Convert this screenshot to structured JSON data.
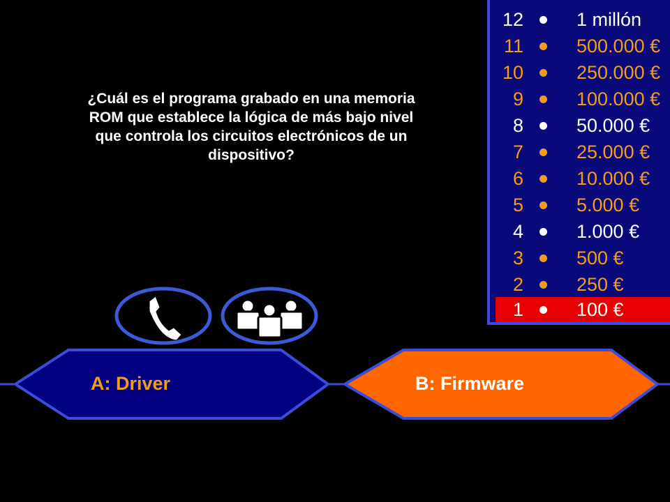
{
  "question": {
    "text": "¿Cuál es el programa grabado en una memoria\nROM  que establece la lógica de más bajo nivel\nque controla los circuitos electrónicos de un\ndispositivo?"
  },
  "ladder": {
    "levels": [
      {
        "number": "12",
        "prize": "1 millón",
        "milestone": true
      },
      {
        "number": "11",
        "prize": "500.000 €"
      },
      {
        "number": "10",
        "prize": "250.000 €"
      },
      {
        "number": "9",
        "prize": "100.000 €"
      },
      {
        "number": "8",
        "prize": "50.000 €",
        "milestone": true
      },
      {
        "number": "7",
        "prize": "25.000 €"
      },
      {
        "number": "6",
        "prize": "10.000 €"
      },
      {
        "number": "5",
        "prize": "5.000 €"
      },
      {
        "number": "4",
        "prize": "1.000 €",
        "milestone": true
      },
      {
        "number": "3",
        "prize": "500 €"
      },
      {
        "number": "2",
        "prize": "250 €"
      },
      {
        "number": "1",
        "prize": "100 €",
        "current": true
      }
    ]
  },
  "lifelines": {
    "phone_icon": "phone-icon",
    "audience_icon": "audience-icon"
  },
  "answers": {
    "a": {
      "label": "A:  Driver"
    },
    "b": {
      "label": "B: Firmware"
    }
  },
  "colors": {
    "ladder_bg": "#0a0a7a",
    "ladder_border": "#3c4bd8",
    "prize_text": "#f39c1b",
    "milestone_text": "#ffffff",
    "current_bg": "#e60000",
    "answer_fill": "#000080",
    "answer_selected": "#ff6600",
    "answer_text": "#f39c1b",
    "selected_text": "#ffffff",
    "lifeline_ring": "#3c5ad8"
  }
}
